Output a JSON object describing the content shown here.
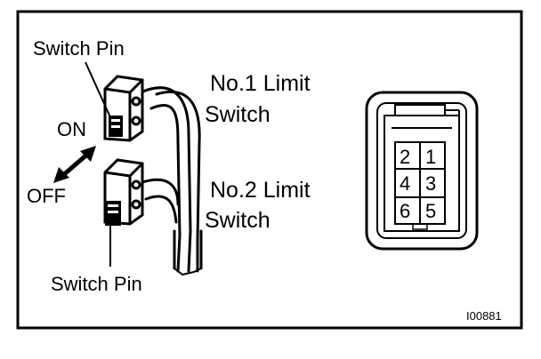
{
  "labels": {
    "switch_pin_top": "Switch Pin",
    "switch_pin_bottom": "Switch Pin",
    "on": "ON",
    "off": "OFF",
    "limit1_line1": "No.1 Limit",
    "limit1_line2": "Switch",
    "limit2_line1": "No.2 Limit",
    "limit2_line2": "Switch",
    "figure_code": "I00881"
  },
  "connector": {
    "pins": [
      "2",
      "1",
      "4",
      "3",
      "6",
      "5"
    ]
  }
}
